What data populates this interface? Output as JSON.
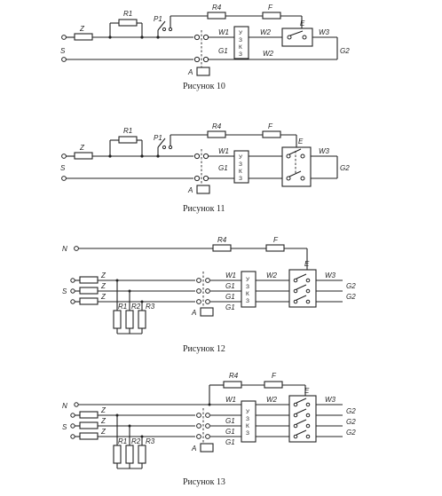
{
  "figures": [
    {
      "caption": "Рисунок 10",
      "labels": {
        "z": "Z",
        "r1": "R1",
        "p1": "P1",
        "r4": "R4",
        "f": "F",
        "e": "E",
        "w1": "W1",
        "g1": "G1",
        "w2_top": "W2",
        "w2_bottom": "W2",
        "w3": "W3",
        "g2": "G2",
        "s": "S",
        "a": "A",
        "uzk": [
          "У",
          "З",
          "К",
          "З"
        ]
      }
    },
    {
      "caption": "Рисунок 11",
      "labels": {
        "z": "Z",
        "r1": "R1",
        "p1": "P1",
        "r4": "R4",
        "f": "F",
        "e": "E",
        "w1": "W1",
        "g1": "G1",
        "w3": "W3",
        "g2": "G2",
        "s": "S",
        "a": "A",
        "uzk": [
          "У",
          "З",
          "К",
          "З"
        ]
      }
    },
    {
      "caption": "Рисунок 12",
      "labels": {
        "n": "N",
        "r4": "R4",
        "f": "F",
        "e": "E",
        "w1": "W1",
        "g1": [
          "G1",
          "G1",
          "G1"
        ],
        "w2": "W2",
        "w3": "W3",
        "g2": [
          "G2",
          "G2"
        ],
        "s": "S",
        "z": [
          "Z",
          "Z",
          "Z"
        ],
        "r1": "R1",
        "r2": "R2",
        "r3": "R3",
        "a": "A",
        "uzk": [
          "У",
          "З",
          "К",
          "З"
        ]
      }
    },
    {
      "caption": "Рисунок 13",
      "labels": {
        "n": "N",
        "r4": "R4",
        "f": "F",
        "e": "E",
        "w1": "W1",
        "g1": [
          "G1",
          "G1",
          "G1"
        ],
        "w2": "W2",
        "w3": "W3",
        "g2": [
          "G2",
          "G2",
          "G2"
        ],
        "s": "S",
        "z": [
          "Z",
          "Z",
          "Z"
        ],
        "r1": "R1",
        "r2": "R2",
        "r3": "R3",
        "a": "A",
        "uzk": [
          "У",
          "З",
          "К",
          "З"
        ]
      }
    }
  ]
}
